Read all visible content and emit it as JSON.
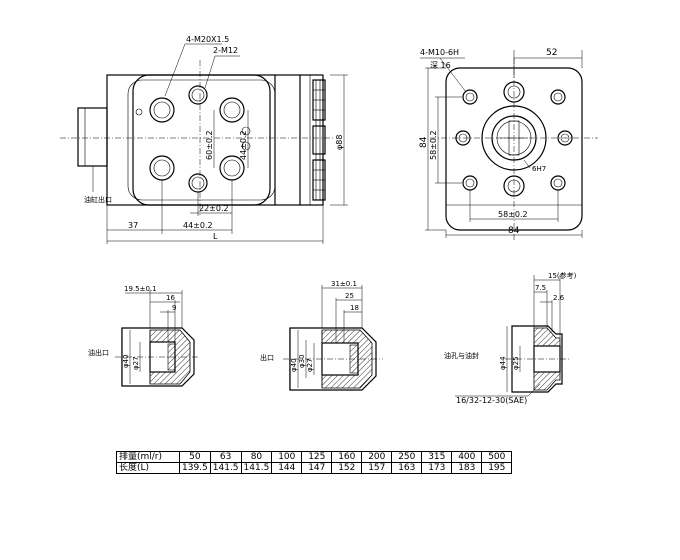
{
  "front_view": {
    "port_thread_label": "4-M20X1.5",
    "mount_thread_label": "2-M12",
    "dim_60": "60±0.2",
    "dim_44v": "44±0.2",
    "dim_22": "22±0.2",
    "dim_37": "37",
    "dim_44h": "44±0.2",
    "dim_L": "L",
    "dim_d88": "φ88",
    "oil_port_note": "油缸出口"
  },
  "side_view": {
    "thread_label": "4-M10-6H",
    "depth_label": "深 16",
    "dim_52": "52",
    "dim_84v": "84",
    "dim_58v": "58±0.2",
    "dim_58h": "58±0.2",
    "dim_84h": "84",
    "spline_label": "6H7"
  },
  "detail_a": {
    "dim_top1": "19.5±0.1",
    "dim_top2": "16",
    "dim_top3": "9",
    "dim_d40": "φ40",
    "dim_d27": "φ27",
    "label": "油出口"
  },
  "detail_b": {
    "dim_top1": "31±0.1",
    "dim_top2": "25",
    "dim_top3": "18",
    "dim_d40": "φ40",
    "dim_d30": "φ30",
    "dim_d27": "φ27",
    "label": "出口"
  },
  "detail_c": {
    "dim_top1": "15(参考)",
    "dim_top2": "7.5",
    "dim_top3": "2.6",
    "dim_d44": "φ44",
    "dim_d25": "φ25",
    "label": "油孔与油封",
    "oring_spec": "16/32-12-30(SAE)"
  },
  "spec_table": {
    "row1_header": "排量(ml/r)",
    "row2_header": "长度(L)",
    "displacement": [
      "50",
      "63",
      "80",
      "100",
      "125",
      "160",
      "200",
      "250",
      "315",
      "400",
      "500"
    ],
    "length": [
      "139.5",
      "141.5",
      "141.5",
      "144",
      "147",
      "152",
      "157",
      "163",
      "173",
      "183",
      "195"
    ]
  }
}
